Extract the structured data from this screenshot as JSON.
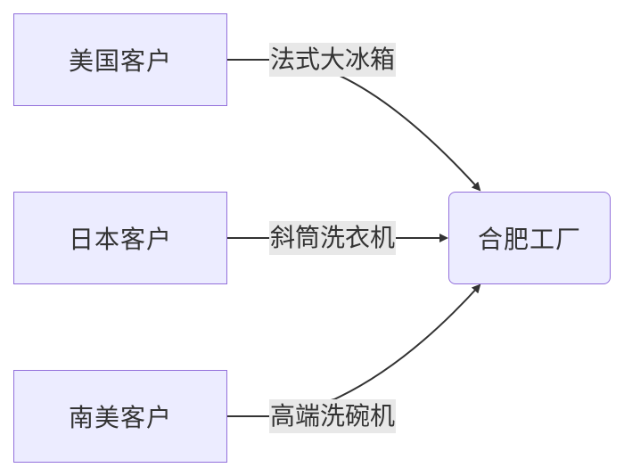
{
  "diagram": {
    "sources": [
      {
        "id": "us",
        "label": "美国客户"
      },
      {
        "id": "jp",
        "label": "日本客户"
      },
      {
        "id": "sa",
        "label": "南美客户"
      }
    ],
    "target": {
      "id": "factory",
      "label": "合肥工厂"
    },
    "edges": [
      {
        "from": "us",
        "to": "factory",
        "label": "法式大冰箱"
      },
      {
        "from": "jp",
        "to": "factory",
        "label": "斜筒洗衣机"
      },
      {
        "from": "sa",
        "to": "factory",
        "label": "高端洗碗机"
      }
    ],
    "colors": {
      "node_fill": "#ececff",
      "node_border": "#9370db",
      "edge": "#333333",
      "label_bg": "#e8e8e8",
      "text": "#333333"
    }
  }
}
